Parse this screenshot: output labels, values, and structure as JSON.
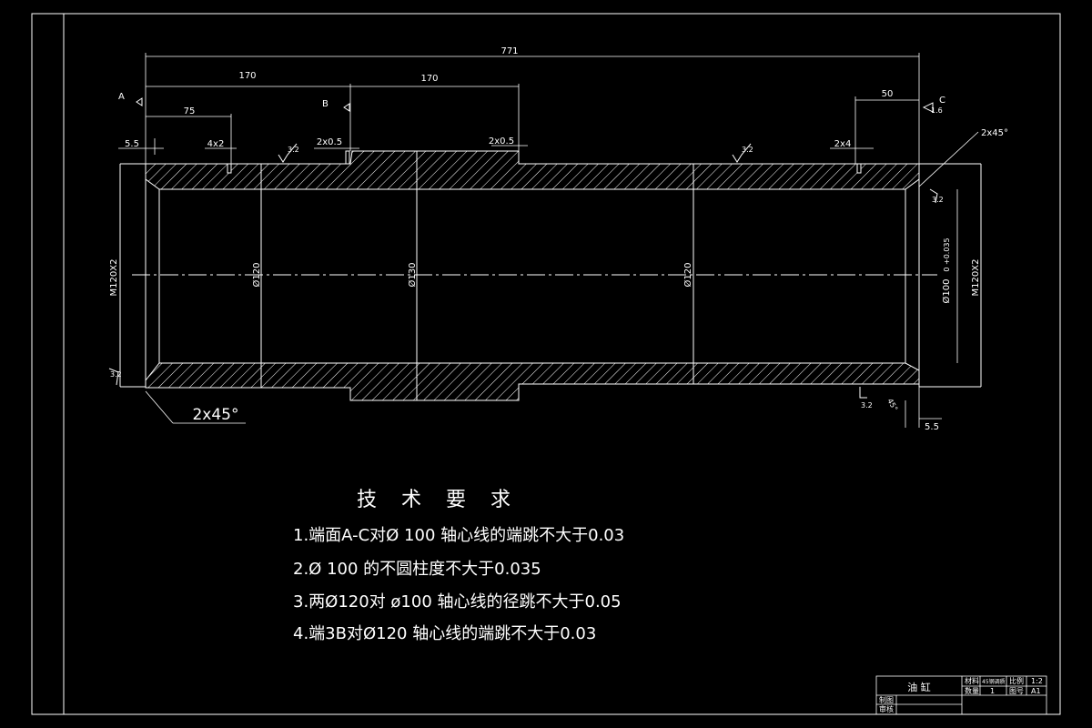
{
  "drawing": {
    "dims": {
      "overall": "771",
      "seg1": "170",
      "seg2": "170",
      "left75": "75",
      "right50": "50",
      "left55": "5.5",
      "right55": "5.5",
      "groove1": "4x2",
      "groove2": "2x0.5",
      "groove3": "2x0.5",
      "groove4": "2x4",
      "chamfer_top": "2x45°",
      "chamfer_bottom": "2x45°",
      "angle": "45°"
    },
    "refs": {
      "a": "A",
      "b": "B",
      "c": "C"
    },
    "diameters": {
      "thread_left": "M120X2",
      "thread_right": "M120X2",
      "d1": "Ø120",
      "d2": "Ø130",
      "d3": "Ø120",
      "bore": "Ø100",
      "bore_tol": "0 +0.035"
    },
    "roughness": [
      "3.2",
      "3.2",
      "3.2",
      "3.2",
      "1.6",
      "3.2"
    ]
  },
  "requirements": {
    "title": "技 术 要 求",
    "items": [
      "1.端面A-C对Ø 100  轴心线的端跳不大于0.03",
      "2.Ø 100  的不圆柱度不大于0.035",
      "3.两Ø120对 ø100 轴心线的径跳不大于0.05",
      "4.端3B对Ø120 轴心线的端跳不大于0.03"
    ]
  },
  "title_block": {
    "name": "油 缸",
    "material_label": "材料",
    "material": "45钢调质",
    "scale_label": "比例",
    "scale": "1:2",
    "qty_label": "数量",
    "qty": "1",
    "sheet_label": "图号",
    "sheet": "A1",
    "designer_label": "制图",
    "checker_label": "审核"
  }
}
